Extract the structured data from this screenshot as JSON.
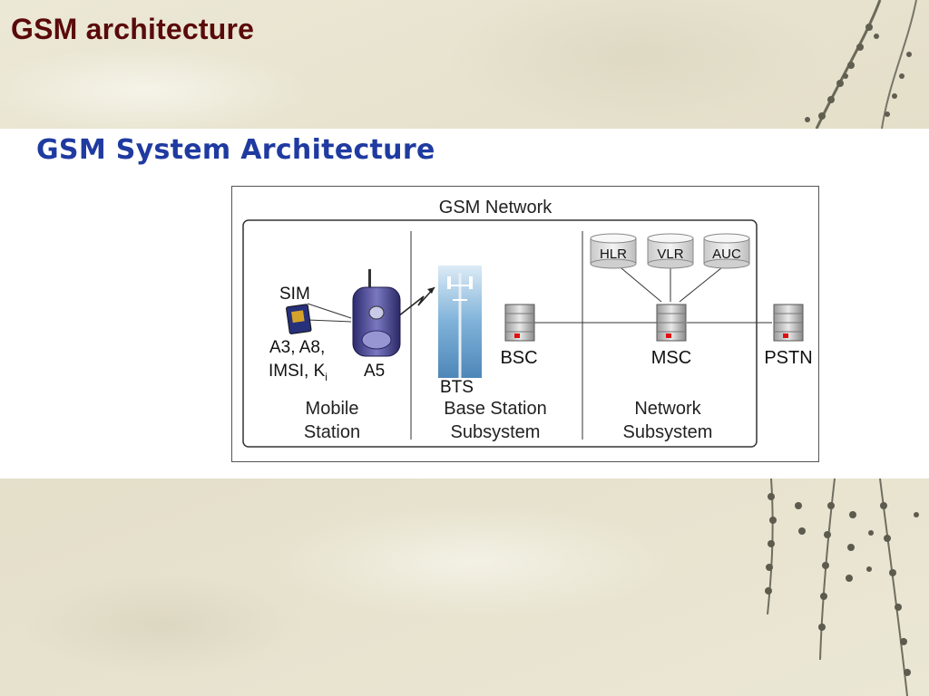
{
  "slide": {
    "title": "GSM architecture"
  },
  "content": {
    "heading": "GSM System Architecture"
  },
  "diagram": {
    "network_label": "GSM Network",
    "sim_label": "SIM",
    "ms_params": {
      "line1": "A3, A8,",
      "line2_prefix": "IMSI, K",
      "line2_subscript": "i"
    },
    "a5_label": "A5",
    "bts_label": "BTS",
    "bsc_label": "BSC",
    "msc_label": "MSC",
    "pstn_label": "PSTN",
    "hlr_label": "HLR",
    "vlr_label": "VLR",
    "auc_label": "AUC",
    "section_ms": {
      "line1": "Mobile",
      "line2": "Station"
    },
    "section_bss": {
      "line1": "Base Station",
      "line2": "Subsystem"
    },
    "section_nss": {
      "line1": "Network",
      "line2": "Subsystem"
    }
  },
  "colors": {
    "title": "#5a0a0a",
    "heading": "#1f3aa0",
    "server_led": "#e01010"
  }
}
